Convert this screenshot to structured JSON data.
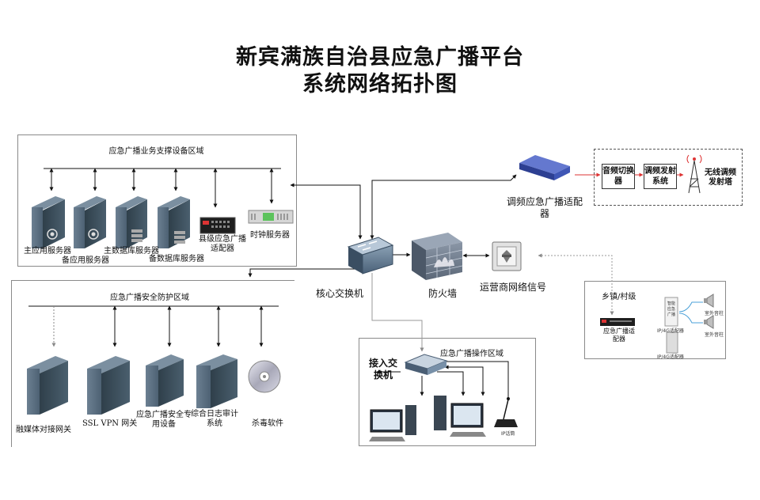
{
  "title": {
    "line1": "新宾满族自治县应急广播平台",
    "line2": "系统网络拓扑图"
  },
  "zones": {
    "business": {
      "title": "应急广播业务支撑设备区域",
      "devices": {
        "main_app_server": "主应用服务器",
        "backup_app_server": "备应用服务器",
        "main_db_server": "主数据库服务器",
        "backup_db_server": "备数据库服务器",
        "county_adapter": "县级应急广播适配器",
        "clock_server": "时钟服务器"
      }
    },
    "security": {
      "title": "应急广播安全防护区域",
      "devices": {
        "media_gateway": "融媒体对接网关",
        "ssl_vpn": "SSL VPN 网关",
        "security_device": "应急广播安全专用设备",
        "log_audit": "综合日志审计系统",
        "antivirus": "杀毒软件"
      }
    },
    "operation": {
      "title": "应急广播操作区域",
      "access_switch": "接入交换机",
      "ip_mic": "IP话筒"
    },
    "town": {
      "title": "乡镇/村级",
      "adapter": "应急广播适配器",
      "tiny": {
        "cabinet_a": "IP/4G适配器",
        "cabinet_b": "IP/4G适配器",
        "cabinet_text": "智能应急广播",
        "speaker_1": "室外音柱",
        "speaker_2": "室外音柱"
      }
    }
  },
  "core": {
    "core_switch": "核心交换机",
    "firewall": "防火墙",
    "carrier_signal": "运营商网络信号",
    "fm_adapter": "调频应急广播适配器"
  },
  "fm_chain": {
    "audio_switch": "音频切换器",
    "fm_system": "调频发射系统",
    "tower": "无线调频发射塔"
  },
  "colors": {
    "server_body": "#3d4f5c",
    "server_side": "#54687a",
    "border": "#8a8a8a",
    "fm_adapter": "#3f56b5"
  },
  "icons": [
    "server-icon",
    "adapter-rack-icon",
    "clock-server-icon",
    "core-switch-icon",
    "firewall-icon",
    "carrier-signal-icon",
    "fm-adapter-icon",
    "tower-icon",
    "cd-icon",
    "pc-icon",
    "ip-mic-icon",
    "speaker-icon"
  ]
}
